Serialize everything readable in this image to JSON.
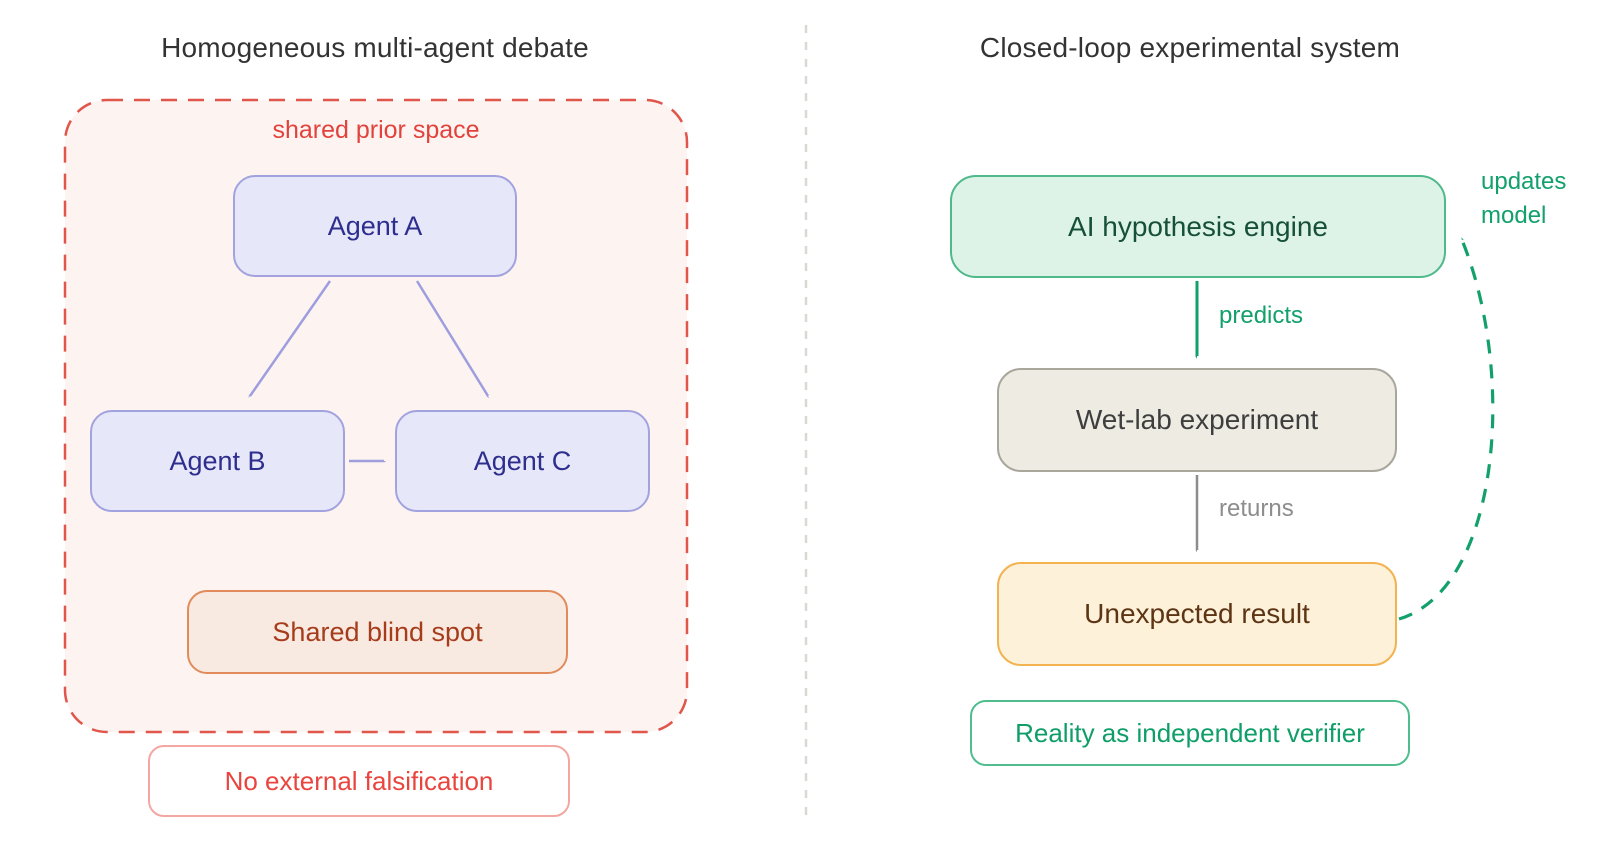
{
  "left_panel": {
    "title": "Homogeneous multi-agent debate",
    "container_label": "shared prior space",
    "agents": [
      {
        "label": "Agent A"
      },
      {
        "label": "Agent B"
      },
      {
        "label": "Agent C"
      }
    ],
    "blind_spot_label": "Shared blind spot",
    "footer_label": "No external falsification"
  },
  "right_panel": {
    "title": "Closed-loop experimental system",
    "nodes": [
      {
        "label": "AI hypothesis engine"
      },
      {
        "label": "Wet-lab experiment"
      },
      {
        "label": "Unexpected result"
      }
    ],
    "edge_labels": {
      "predicts": "predicts",
      "returns": "returns",
      "updates": "updates\nmodel"
    },
    "footer_label": "Reality as independent verifier"
  },
  "colors": {
    "red_accent": "#e0564a",
    "red_text": "#e2423c",
    "purple_arrow": "#9e9ede",
    "agent_fill": "#e7e7fa",
    "agent_text": "#2e2e8e",
    "blindspot_border": "#e18a5b",
    "blindspot_text": "#a63c1b",
    "green_accent": "#12a06b",
    "green_border": "#4eb98a",
    "orange_border": "#f2b350",
    "gray_arrow": "#8d8d8d",
    "divider_gray": "#d9d9d3"
  }
}
